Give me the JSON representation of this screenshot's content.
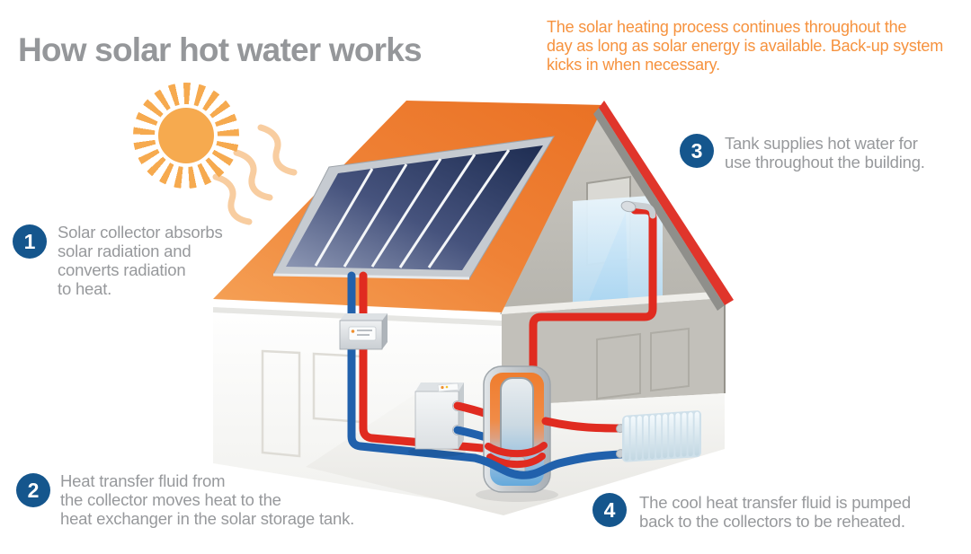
{
  "title": "How solar hot water works",
  "note": "The solar heating process continues throughout the\nday as long as solar energy is available. Back-up system\nkicks in when necessary.",
  "steps": [
    {
      "number": "1",
      "text": "Solar collector absorbs\nsolar radiation and\nconverts radiation\nto heat."
    },
    {
      "number": "2",
      "text": "Heat transfer fluid from\nthe collector moves heat to the\nheat exchanger in the solar storage tank."
    },
    {
      "number": "3",
      "text": "Tank supplies hot water for\nuse throughout the building."
    },
    {
      "number": "4",
      "text": "The cool heat transfer fluid is pumped\nback to the collectors to be reheated."
    }
  ],
  "colors": {
    "title_text": "#95979A",
    "body_text": "#97999C",
    "note_text": "#F6923E",
    "step_badge_blue": "#15568D",
    "roof_orange": "#EE7E33",
    "sun_orange": "#F6AA4F",
    "hot_pipe_red": "#E02B20",
    "cold_pipe_blue": "#2161AC"
  },
  "illustration": {
    "parts": [
      "sun",
      "heat-waves",
      "solar-collector-panel",
      "house",
      "pump-station",
      "storage-tank",
      "backup-boiler",
      "radiator",
      "shower",
      "hot-water-pipe",
      "cold-water-pipe"
    ]
  }
}
